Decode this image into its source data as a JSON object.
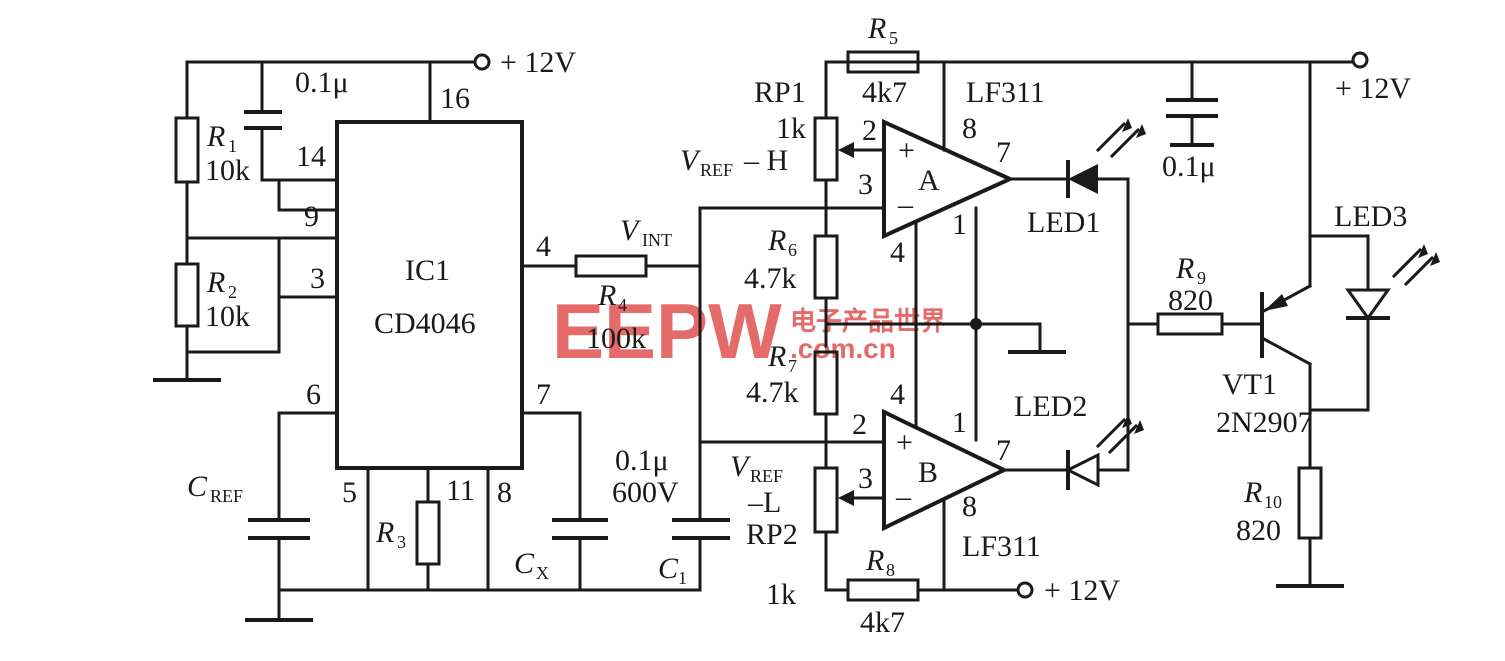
{
  "ic1": {
    "ref": "IC1",
    "part": "CD4046",
    "pins": {
      "p16": "16",
      "p14": "14",
      "p9": "9",
      "p3": "3",
      "p6": "6",
      "p4": "4",
      "p7": "7",
      "p5": "5",
      "p11": "11",
      "p8": "8"
    }
  },
  "supply": {
    "top_left": "+ 12V",
    "top_right": "+ 12V",
    "bottom": "+ 12V"
  },
  "r1": {
    "name": "R",
    "sub": "1",
    "value": "10k"
  },
  "r2": {
    "name": "R",
    "sub": "2",
    "value": "10k"
  },
  "r3": {
    "name": "R",
    "sub": "3"
  },
  "r4": {
    "name": "R",
    "sub": "4",
    "value": "100k"
  },
  "r5": {
    "name": "R",
    "sub": "5",
    "value": "4k7"
  },
  "r6": {
    "name": "R",
    "sub": "6",
    "value": "4.7k"
  },
  "r7": {
    "name": "R",
    "sub": "7",
    "value": "4.7k"
  },
  "r8": {
    "name": "R",
    "sub": "8",
    "value": "4k7"
  },
  "r9": {
    "name": "R",
    "sub": "9",
    "value": "820"
  },
  "r10": {
    "name": "R",
    "sub": "10",
    "value": "820"
  },
  "c_top": {
    "value": "0.1μ"
  },
  "c_ref": {
    "name": "C",
    "sub": "REF"
  },
  "c_x": {
    "name": "C",
    "sub": "X"
  },
  "c1": {
    "name": "C",
    "sub": "1",
    "value": "0.1μ",
    "voltage": "600V"
  },
  "c_right": {
    "value": "0.1μ"
  },
  "vint": {
    "name": "V",
    "sub": "INT"
  },
  "rp1": {
    "ref": "RP1",
    "value": "1k",
    "vref_name": "V",
    "vref_sub": "REF",
    "vref_suffix": "– H"
  },
  "rp2": {
    "ref": "RP2",
    "value": "1k",
    "vref_name": "V",
    "vref_sub": "REF",
    "vref_suffix": "–L"
  },
  "opamp_a": {
    "label": "A",
    "part": "LF311",
    "plus": "+",
    "minus": "–",
    "pin_plus": "2",
    "pin_minus": "3",
    "pin_out": "7",
    "pin_vcc": "8",
    "pin_gnd": "4",
    "pin_1": "1"
  },
  "opamp_b": {
    "label": "B",
    "part": "LF311",
    "plus": "+",
    "minus": "–",
    "pin_plus": "2",
    "pin_minus": "3",
    "pin_out": "7",
    "pin_vcc": "8",
    "pin_gnd": "4",
    "pin_1": "1"
  },
  "led1": {
    "label": "LED1"
  },
  "led2": {
    "label": "LED2"
  },
  "led3": {
    "label": "LED3"
  },
  "vt1": {
    "ref": "VT1",
    "part": "2N2907"
  },
  "watermark": {
    "logo": "EEPW",
    "cn": "电子产品世界",
    "url": ".com.cn",
    "color": "#d9202a"
  }
}
